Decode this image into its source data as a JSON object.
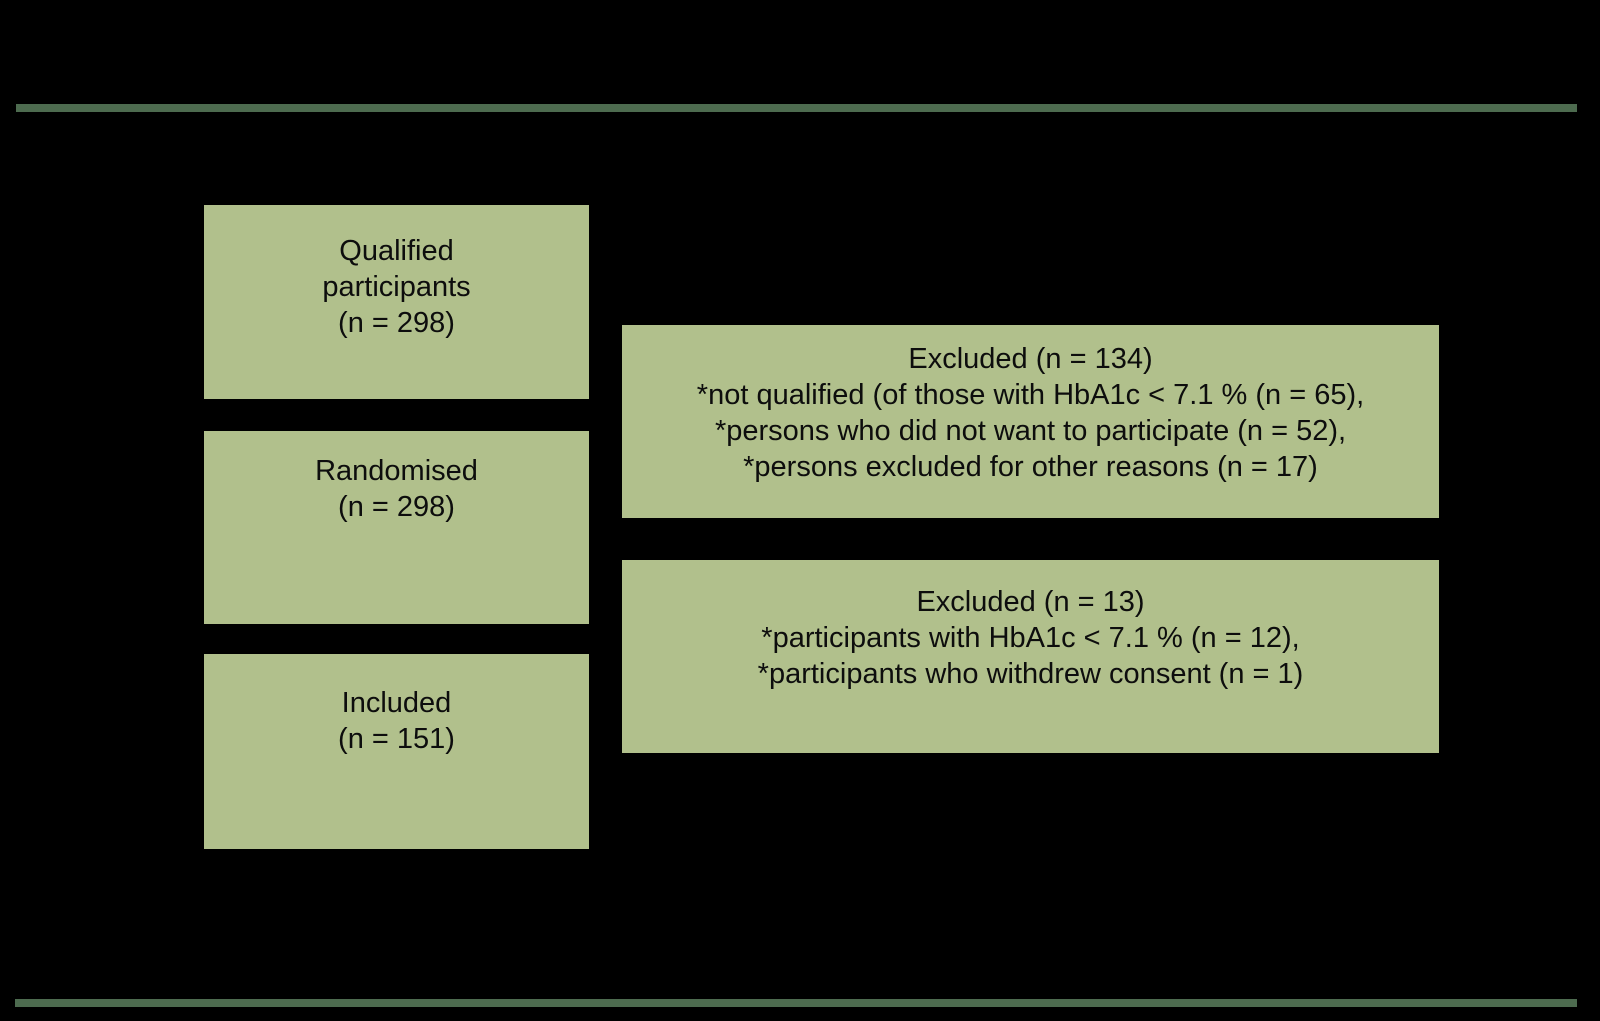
{
  "page": {
    "background_color": "#000000",
    "rule_color": "#4d6b4f",
    "box_fill_color": "#b1c08c",
    "box_text_color": "#0d0d0d"
  },
  "flowchart": {
    "left_boxes": [
      {
        "id": "qualified",
        "lines": [
          "Qualified",
          "participants",
          "(n = 298)"
        ]
      },
      {
        "id": "randomised",
        "lines": [
          "Randomised",
          "(n = 298)"
        ]
      },
      {
        "id": "included",
        "lines": [
          "Included",
          "(n = 151)"
        ]
      }
    ],
    "right_boxes": [
      {
        "id": "excluded-134",
        "lines": [
          "Excluded (n = 134)",
          "*not qualified (of those with HbA1c < 7.1 % (n = 65),",
          "*persons who did not want to participate (n = 52),",
          "*persons excluded for other reasons (n = 17)"
        ]
      },
      {
        "id": "excluded-13",
        "lines": [
          "Excluded (n = 13)",
          "*participants with HbA1c < 7.1 % (n = 12),",
          "*participants who withdrew consent (n = 1)"
        ]
      }
    ]
  }
}
